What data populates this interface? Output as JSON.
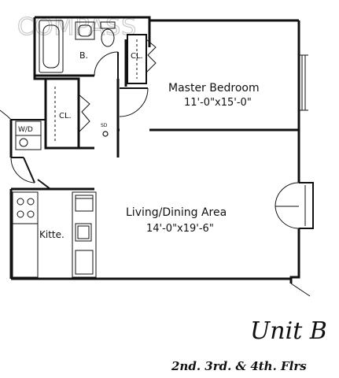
{
  "watermark": "COMPASS",
  "rooms": {
    "bath": "B.",
    "closet_bedroom": "CL.",
    "closet_hall": "CL.",
    "washer_dryer": "W/D",
    "smoke_detector": "SD",
    "master_bedroom": {
      "name": "Master Bedroom",
      "dims": "11'-0\"x15'-0\""
    },
    "living_dining": {
      "name": "Living/Dining Area",
      "dims": "14'-0\"x19'-6\""
    },
    "kitchen": "Kitte."
  },
  "unit_title": "Unit B",
  "floors": "2nd. 3rd. & 4th. Flrs"
}
